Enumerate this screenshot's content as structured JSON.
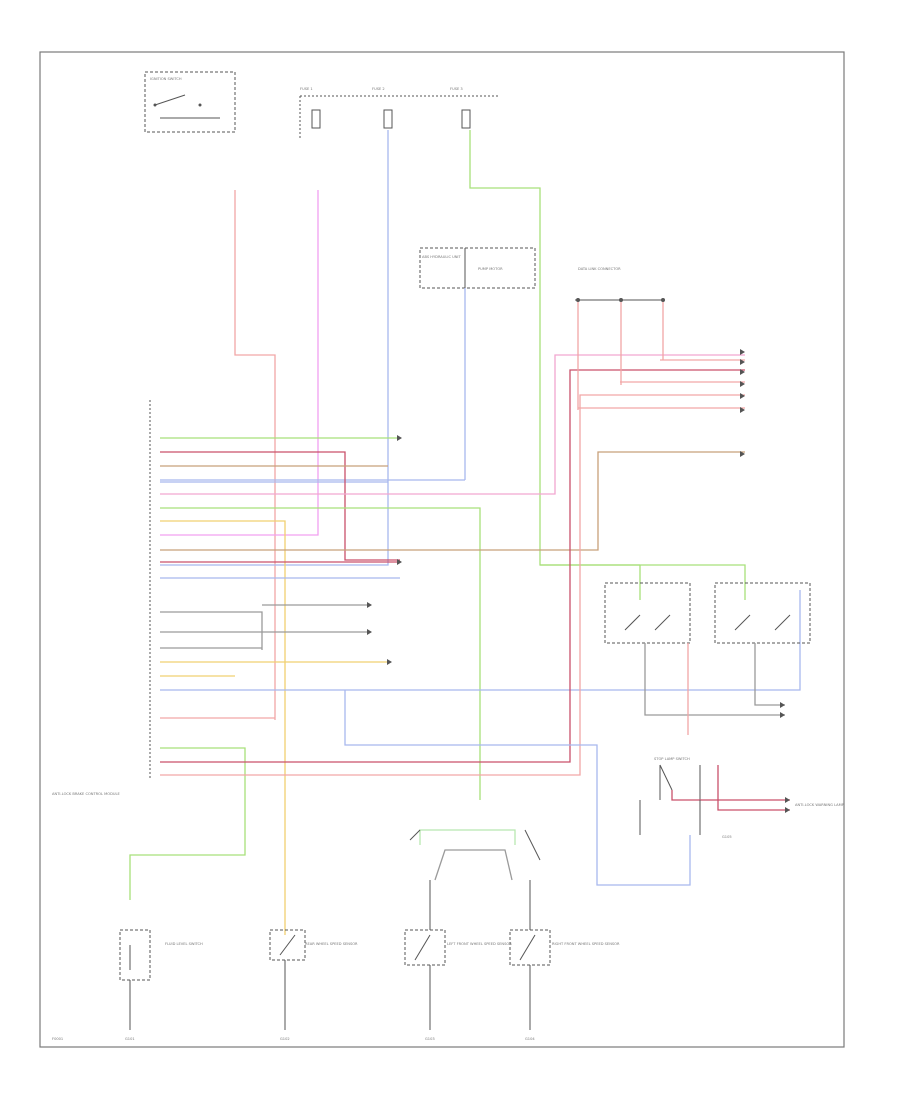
{
  "colors": {
    "red": "#f2a6a6",
    "dark_red": "#c9506b",
    "pink": "#f2a0f0",
    "green": "#a8e07a",
    "light_green": "#b8e8b0",
    "blue": "#a8b8ee",
    "yellow": "#f0d070",
    "brown": "#c8a07a",
    "gray": "#9a9a9a"
  },
  "components": {
    "ignition_switch": "IGNITION SWITCH",
    "fuse_1": "FUSE 1",
    "fuse_2": "FUSE 2",
    "fuse_3": "FUSE 3",
    "abs_hydraulic_unit": "ABS HYDRAULIC UNIT",
    "pump_motor": "PUMP MOTOR",
    "abs_module": "ANTI-LOCK BRAKE CONTROL MODULE",
    "data_link": "DATA LINK CONNECTOR",
    "brake_pedal_switch": "STOP LAMP SWITCH",
    "warning_lamp": "ANTI-LOCK WARNING LAMP",
    "wheel_sensor_lf": "LEFT FRONT WHEEL SPEED SENSOR",
    "wheel_sensor_rf": "RIGHT FRONT WHEEL SPEED SENSOR",
    "wheel_sensor_rear": "REAR WHEEL SPEED SENSOR",
    "fluid_level_switch": "FLUID LEVEL SWITCH",
    "ground_1": "G101",
    "ground_2": "G102",
    "ground_3": "G103",
    "ground_4": "G104",
    "ground_5": "G105",
    "diagram_id": "F0001"
  }
}
